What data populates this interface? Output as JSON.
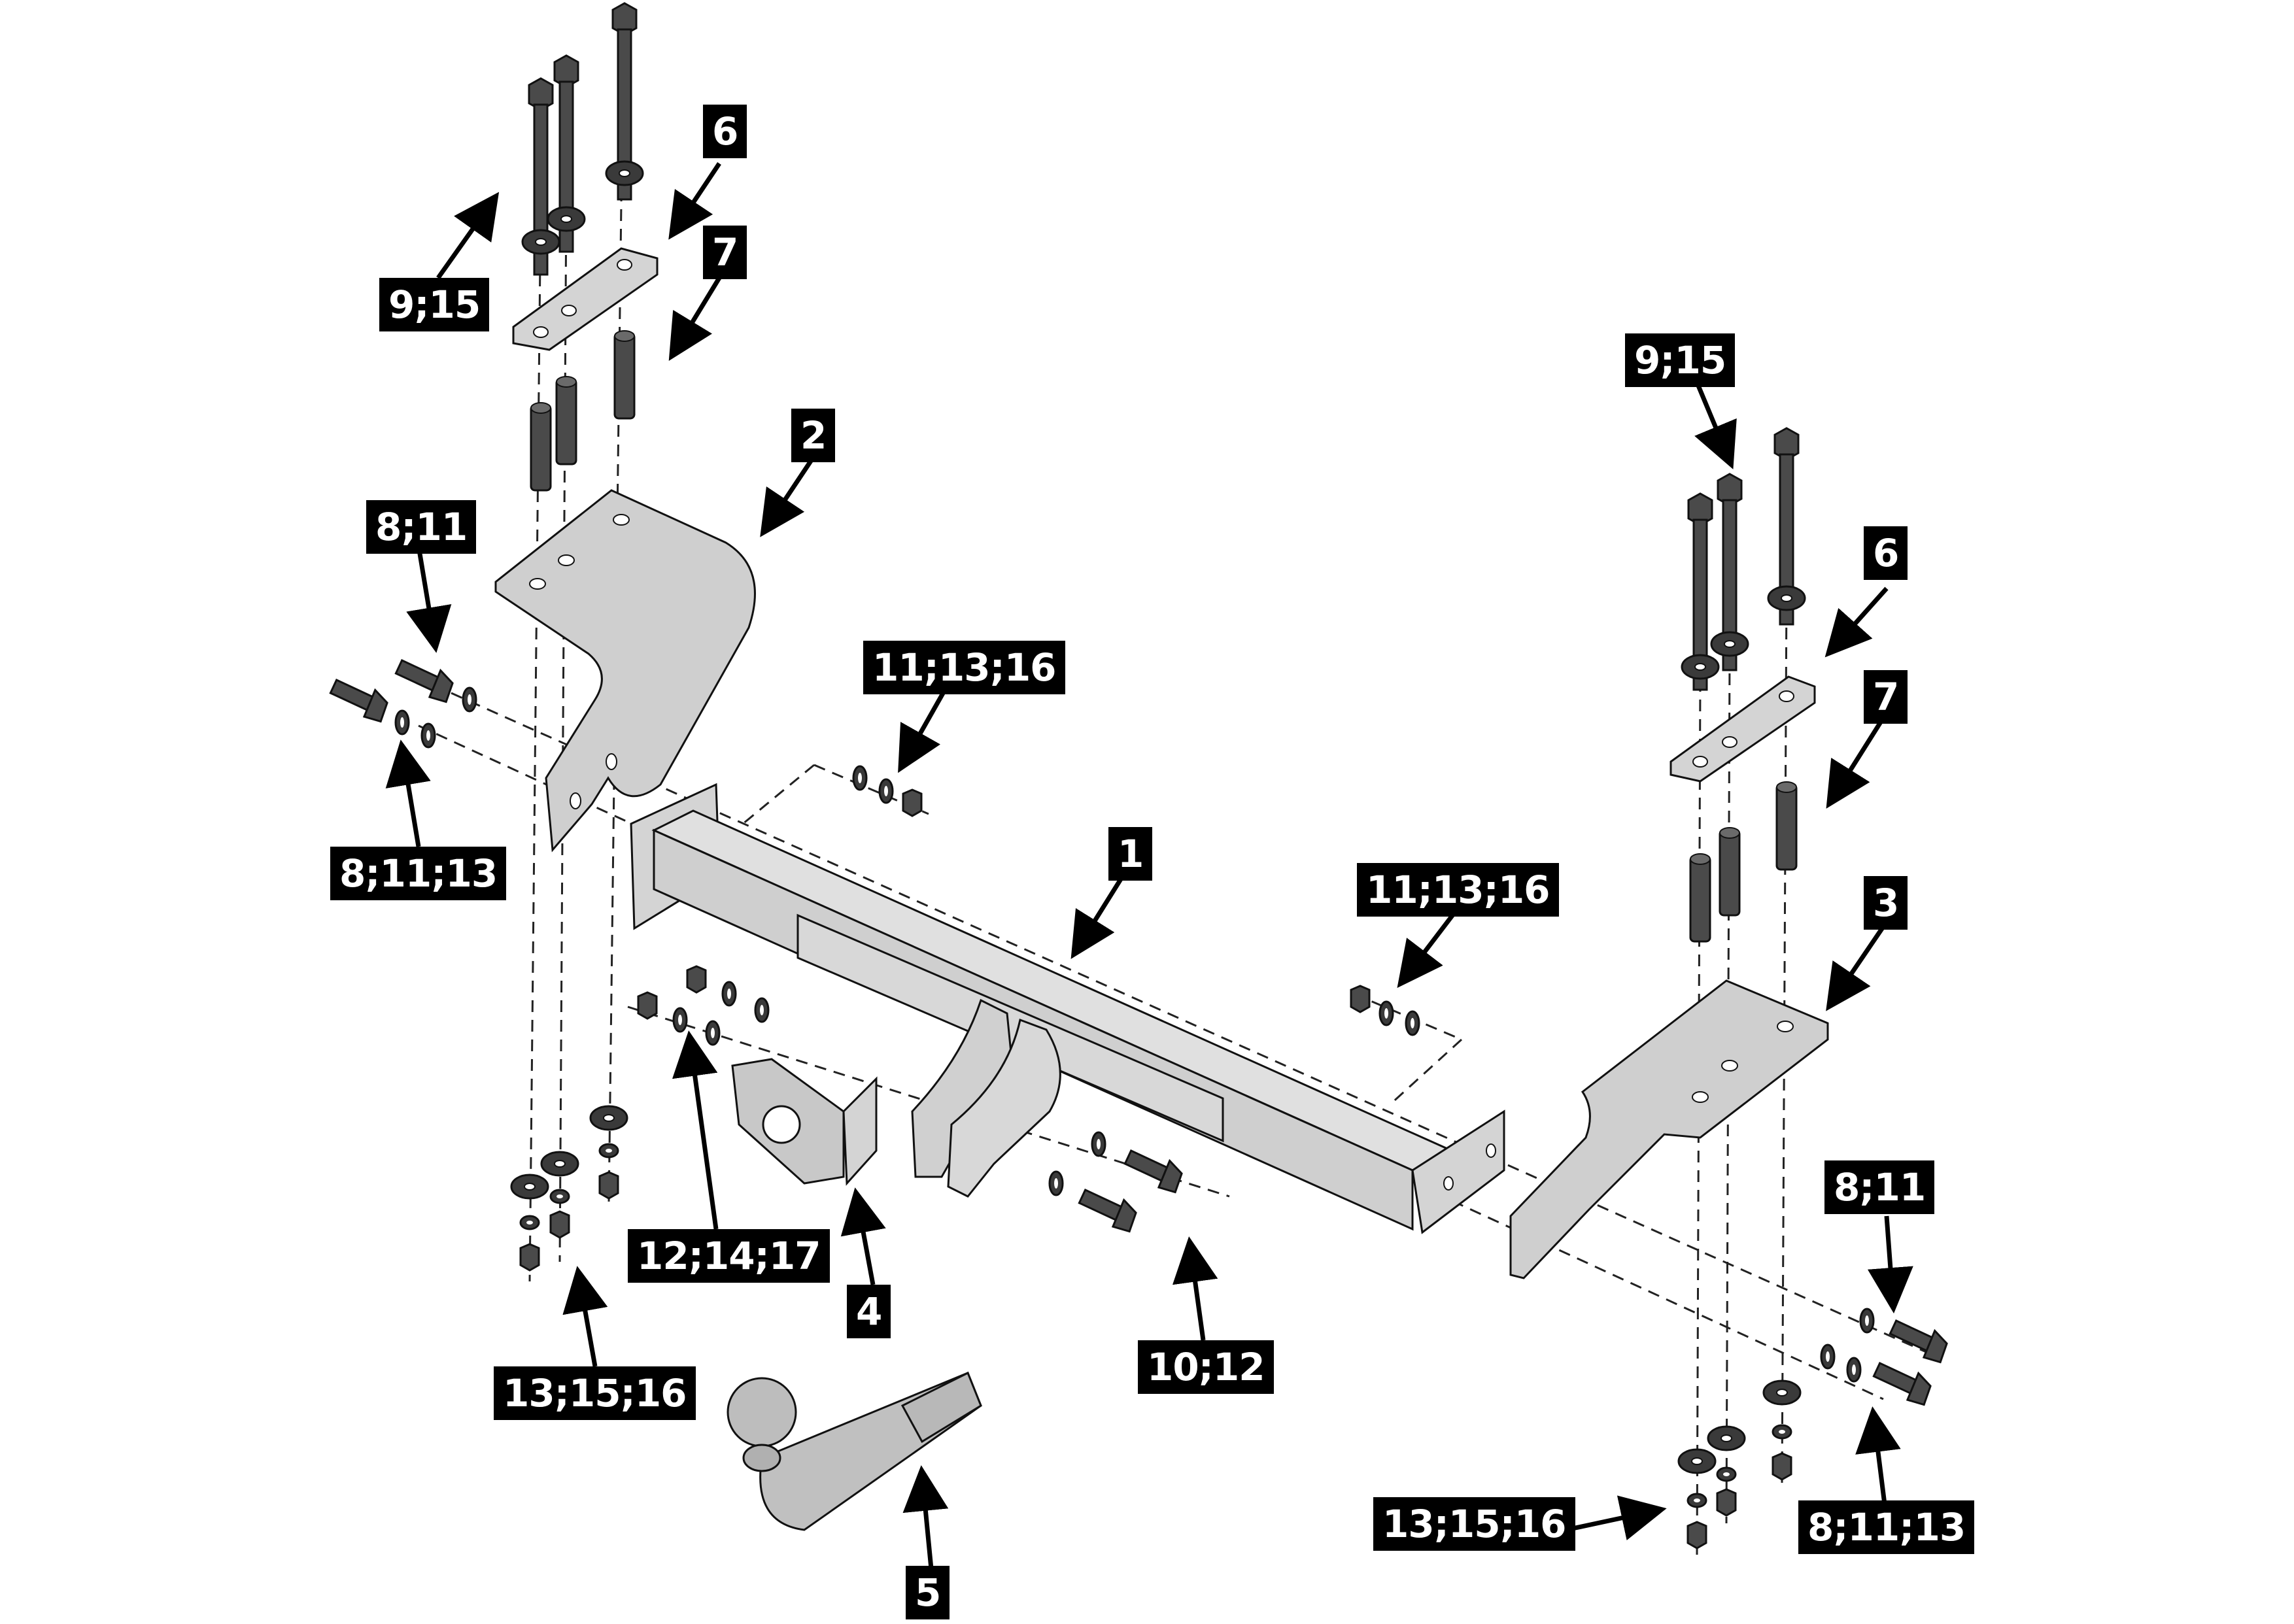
{
  "diagram": {
    "title": "Tow bar exploded assembly diagram",
    "colors": {
      "part_fill": "#d4d4d4",
      "dark_part": "#444444",
      "outline": "#1a1a1a",
      "label_bg": "#000000",
      "label_text": "#ffffff"
    },
    "labels": [
      {
        "id": "l6-left",
        "text": "6"
      },
      {
        "id": "l915-left",
        "text": "9;15"
      },
      {
        "id": "l7-left",
        "text": "7"
      },
      {
        "id": "l2",
        "text": "2"
      },
      {
        "id": "l811-left",
        "text": "8;11"
      },
      {
        "id": "l81113-left",
        "text": "8;11;13"
      },
      {
        "id": "l111316-left",
        "text": "11;13;16"
      },
      {
        "id": "l1",
        "text": "1"
      },
      {
        "id": "l111316-right",
        "text": "11;13;16"
      },
      {
        "id": "l915-right",
        "text": "9;15"
      },
      {
        "id": "l6-right",
        "text": "6"
      },
      {
        "id": "l7-right",
        "text": "7"
      },
      {
        "id": "l3",
        "text": "3"
      },
      {
        "id": "l121417",
        "text": "12;14;17"
      },
      {
        "id": "l4",
        "text": "4"
      },
      {
        "id": "l1012",
        "text": "10;12"
      },
      {
        "id": "l131516-left",
        "text": "13;15;16"
      },
      {
        "id": "l5",
        "text": "5"
      },
      {
        "id": "l811-right",
        "text": "8;11"
      },
      {
        "id": "l131516-right",
        "text": "13;15;16"
      },
      {
        "id": "l81113-right",
        "text": "8;11;13"
      }
    ],
    "parts": [
      {
        "number": "1",
        "name": "main crossbar"
      },
      {
        "number": "2",
        "name": "left side bracket"
      },
      {
        "number": "3",
        "name": "right side bracket"
      },
      {
        "number": "4",
        "name": "socket plate"
      },
      {
        "number": "5",
        "name": "tow ball neck"
      },
      {
        "number": "6",
        "name": "clamp plate"
      },
      {
        "number": "7",
        "name": "spacer tube"
      }
    ]
  }
}
